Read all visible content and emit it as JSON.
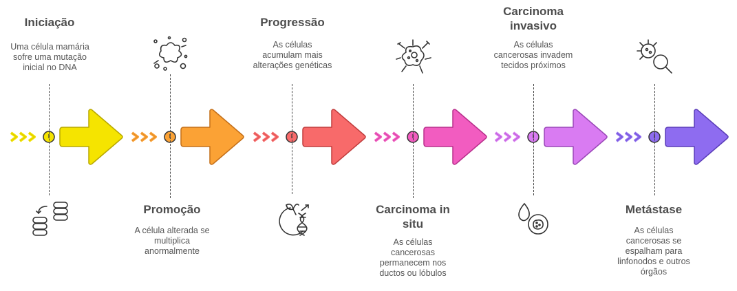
{
  "stages": [
    {
      "title": "Iniciação",
      "desc": [
        "Uma célula mamária",
        "sofre uma mutação",
        "inicial no DNA"
      ],
      "color": "#f5e400",
      "dark": "#b8a800",
      "icon": "database-exchange-icon"
    },
    {
      "title": "Promoção",
      "desc": [
        "A célula alterada se",
        "multiplica",
        "anormalmente"
      ],
      "color": "#fba235",
      "dark": "#c4701a",
      "icon": "cell-splatter-icon"
    },
    {
      "title": "Progressão",
      "desc": [
        "As células",
        "acumulam mais",
        "alterações genéticas"
      ],
      "color": "#f86a6a",
      "dark": "#c03d3d",
      "icon": "dna-growth-icon"
    },
    {
      "title": "Carcinoma in situ",
      "title_lines": [
        "Carcinoma in",
        "situ"
      ],
      "desc": [
        "As células",
        "cancerosas",
        "permanecem nos",
        "ductos ou lóbulos"
      ],
      "color": "#f25cc0",
      "dark": "#b8308c",
      "icon": "virus-cell-icon"
    },
    {
      "title": "Carcinoma invasivo",
      "title_lines": [
        "Carcinoma",
        "invasivo"
      ],
      "desc": [
        "As células",
        "cancerosas invadem",
        "tecidos próximos"
      ],
      "color": "#d97bf2",
      "dark": "#9a48b8",
      "icon": "droplet-cell-icon"
    },
    {
      "title": "Metástase",
      "desc": [
        "As células",
        "cancerosas se",
        "espalham para",
        "linfonodos e outros",
        "órgãos"
      ],
      "color": "#8e6cf0",
      "dark": "#5a3db8",
      "icon": "cell-search-icon"
    }
  ]
}
